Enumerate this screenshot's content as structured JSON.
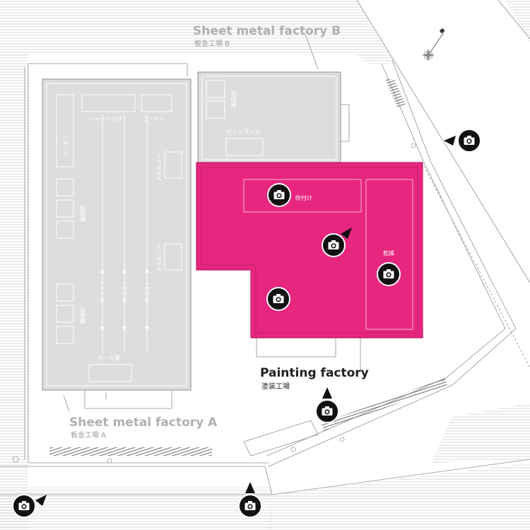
{
  "buildings": {
    "sheet_metal_a": {
      "title": "Sheet metal factory A",
      "subtitle": "板金工場 A"
    },
    "sheet_metal_b": {
      "title": "Sheet metal factory B",
      "subtitle": "板金工場 B"
    },
    "painting": {
      "title": "Painting factory",
      "subtitle": "塗装工場"
    }
  },
  "rooms": {
    "bender": "ベンダン",
    "shearing": "シャーリング",
    "corner": "コーナー",
    "welding_1": "溶接機",
    "welding_2": "溶接機",
    "hoist_1": "ホイスト",
    "hoist_2": "ホイスト",
    "hoist_3": "ホイスト",
    "metal_1": "メタルソー",
    "metal_2": "メタルソー",
    "ball_board": "ボール盤",
    "welding_b": "溶接機",
    "set_press": "セットプレス",
    "spray": "吹付け",
    "drying": "乾燥"
  },
  "colors": {
    "painting_factory": "#e6267f",
    "factory_gray": "#dcdddd",
    "outline": "#8a8a8a",
    "hatch": "#b5b5b5"
  },
  "icons": {
    "camera": "camera-icon",
    "compass": "compass-icon"
  }
}
